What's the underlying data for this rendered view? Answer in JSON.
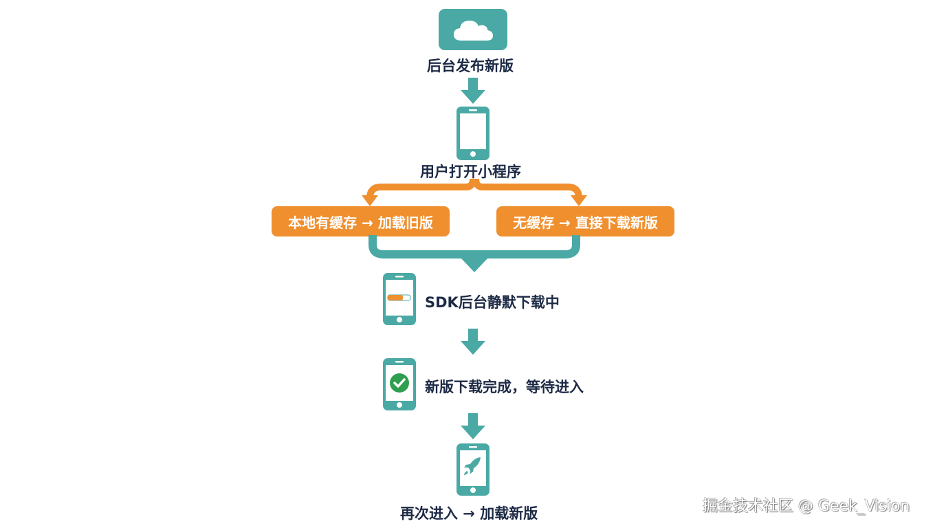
{
  "colors": {
    "teal": "#4aa9a4",
    "orange": "#f08f2e",
    "text": "#1d2a45",
    "check": "#2e9e4f"
  },
  "steps": [
    {
      "icon": "cloud-icon",
      "label": "后台发布新版"
    },
    {
      "icon": "phone-icon",
      "label": "用户打开小程序"
    },
    {
      "icon": "phone-progress-icon",
      "label": "SDK后台静默下载中"
    },
    {
      "icon": "phone-check-icon",
      "label": "新版下载完成，等待进入"
    },
    {
      "icon": "phone-rocket-icon",
      "label": "再次进入 → 加载新版"
    }
  ],
  "branches": {
    "left": "本地有缓存 → 加载旧版",
    "right": "无缓存 → 直接下载新版"
  },
  "watermark": "掘金技术社区 @ Geek_Vision"
}
